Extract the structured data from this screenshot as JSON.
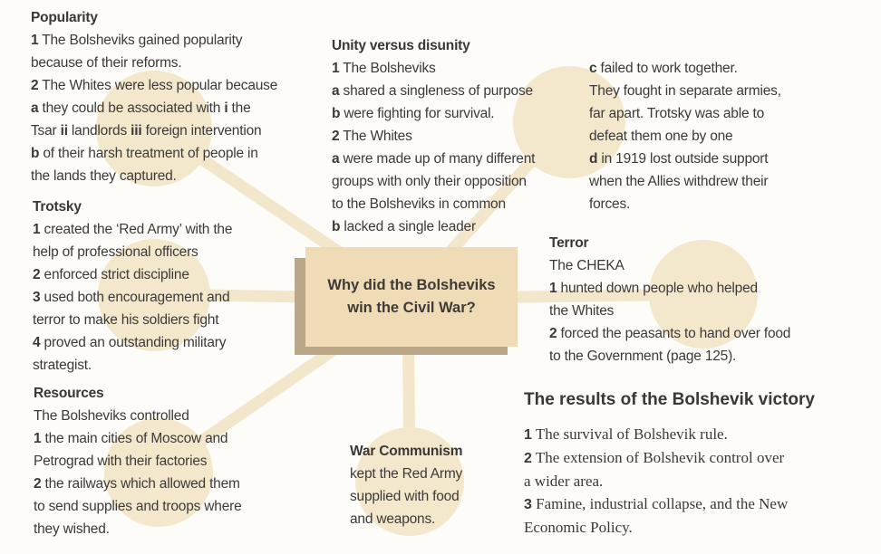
{
  "center_question": [
    "Why did the Bolsheviks",
    "win the Civil War?"
  ],
  "popularity": {
    "title": "Popularity",
    "lines": [
      {
        "num": "1",
        "text": " The Bolsheviks gained popularity"
      },
      {
        "num": "",
        "text": "because of their reforms."
      },
      {
        "num": "2",
        "text": " The Whites were less popular because"
      },
      {
        "num": "a",
        "text": " they could be associated with "
      },
      {
        "num": "",
        "text": "Tsar "
      },
      {
        "num": "b",
        "text": " of their harsh treatment of people in"
      },
      {
        "num": "",
        "text": "the lands they captured."
      }
    ],
    "roman_i": "i",
    "after_i": " the",
    "roman_ii": "ii",
    "after_ii": " landlords ",
    "roman_iii": "iii",
    "after_iii": " foreign intervention"
  },
  "trotsky": {
    "title": "Trotsky",
    "lines": [
      {
        "num": "1",
        "text": " created the ‘Red Army’ with the"
      },
      {
        "num": "",
        "text": "help of professional officers"
      },
      {
        "num": "2",
        "text": " enforced strict discipline"
      },
      {
        "num": "3",
        "text": " used both encouragement and"
      },
      {
        "num": "",
        "text": "terror to make his soldiers fight"
      },
      {
        "num": "4",
        "text": " proved an outstanding military"
      },
      {
        "num": "",
        "text": "strategist."
      }
    ]
  },
  "resources": {
    "title": "Resources",
    "lines": [
      {
        "num": "",
        "text": "The Bolsheviks controlled"
      },
      {
        "num": "1",
        "text": " the main cities of Moscow and"
      },
      {
        "num": "",
        "text": "Petrograd with their factories"
      },
      {
        "num": "2",
        "text": " the railways which allowed them"
      },
      {
        "num": "",
        "text": "to send supplies and troops where"
      },
      {
        "num": "",
        "text": "they wished."
      }
    ]
  },
  "war_communism": {
    "title": "War Communism",
    "lines": [
      {
        "num": "",
        "text": "kept the Red Army"
      },
      {
        "num": "",
        "text": "supplied with food"
      },
      {
        "num": "",
        "text": "and weapons."
      }
    ]
  },
  "unity": {
    "title": "Unity versus disunity",
    "lines": [
      {
        "num": "1",
        "text": " The Bolsheviks"
      },
      {
        "num": "a",
        "text": " shared a singleness of purpose"
      },
      {
        "num": "b",
        "text": " were fighting for survival."
      },
      {
        "num": "2",
        "text": " The Whites"
      },
      {
        "num": "a",
        "text": " were made up of many different"
      },
      {
        "num": "",
        "text": "groups with only their opposition"
      },
      {
        "num": "",
        "text": "to the Bolsheviks in common"
      },
      {
        "num": "b",
        "text": " lacked a single leader"
      }
    ],
    "right_lines": [
      {
        "num": "c",
        "text": " failed to work together."
      },
      {
        "num": "",
        "text": "They fought in separate armies,"
      },
      {
        "num": "",
        "text": "far apart. Trotsky was able to"
      },
      {
        "num": "",
        "text": "defeat them one by one"
      },
      {
        "num": "d",
        "text": " in 1919 lost outside support"
      },
      {
        "num": "",
        "text": "when the Allies withdrew their"
      },
      {
        "num": "",
        "text": "forces."
      }
    ]
  },
  "terror": {
    "title": "Terror",
    "lines": [
      {
        "num": "",
        "text": "The CHEKA"
      },
      {
        "num": "1",
        "text": " hunted down people who helped"
      },
      {
        "num": "",
        "text": "the Whites"
      },
      {
        "num": "2",
        "text": " forced the peasants to hand over food"
      },
      {
        "num": "",
        "text": "to the Government (page 125)."
      }
    ]
  },
  "results": {
    "title": "The results of the Bolshevik victory",
    "lines": [
      {
        "num": "1",
        "text": " The survival of Bolshevik rule."
      },
      {
        "num": "2",
        "text": " The extension of Bolshevik control over"
      },
      {
        "num": "",
        "text": "a wider area."
      },
      {
        "num": "3",
        "text": " Famine, industrial collapse, and the New"
      },
      {
        "num": "",
        "text": "Economic Policy."
      }
    ]
  },
  "colors": {
    "spoke": "#f2e6cb",
    "circle": "#f4e8cc",
    "box": "#efdcb6",
    "box_shadow": "#bca688"
  }
}
